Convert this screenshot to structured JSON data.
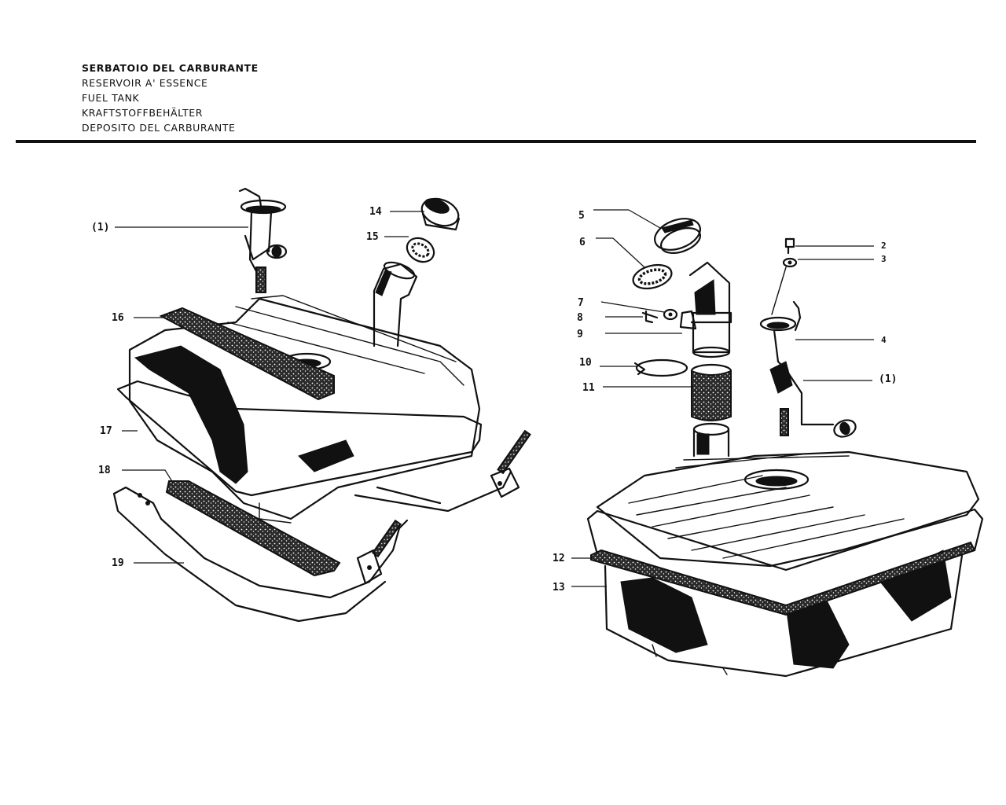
{
  "titles": {
    "it": "SERBATOIO DEL CARBURANTE",
    "fr": "RESERVOIR A' ESSENCE",
    "en": "FUEL TANK",
    "de": "KRAFTSTOFFBEHÄLTER",
    "es": "DEPOSITO DEL CARBURANTE"
  },
  "callouts": {
    "c1_left": "(1)",
    "c14": "14",
    "c15": "15",
    "c16": "16",
    "c17": "17",
    "c18": "18",
    "c19": "19",
    "c5": "5",
    "c6": "6",
    "c7": "7",
    "c8": "8",
    "c9": "9",
    "c10": "10",
    "c11": "11",
    "c12": "12",
    "c13": "13",
    "c2": "2",
    "c3": "3",
    "c4": "4",
    "c1_right": "(1)"
  }
}
